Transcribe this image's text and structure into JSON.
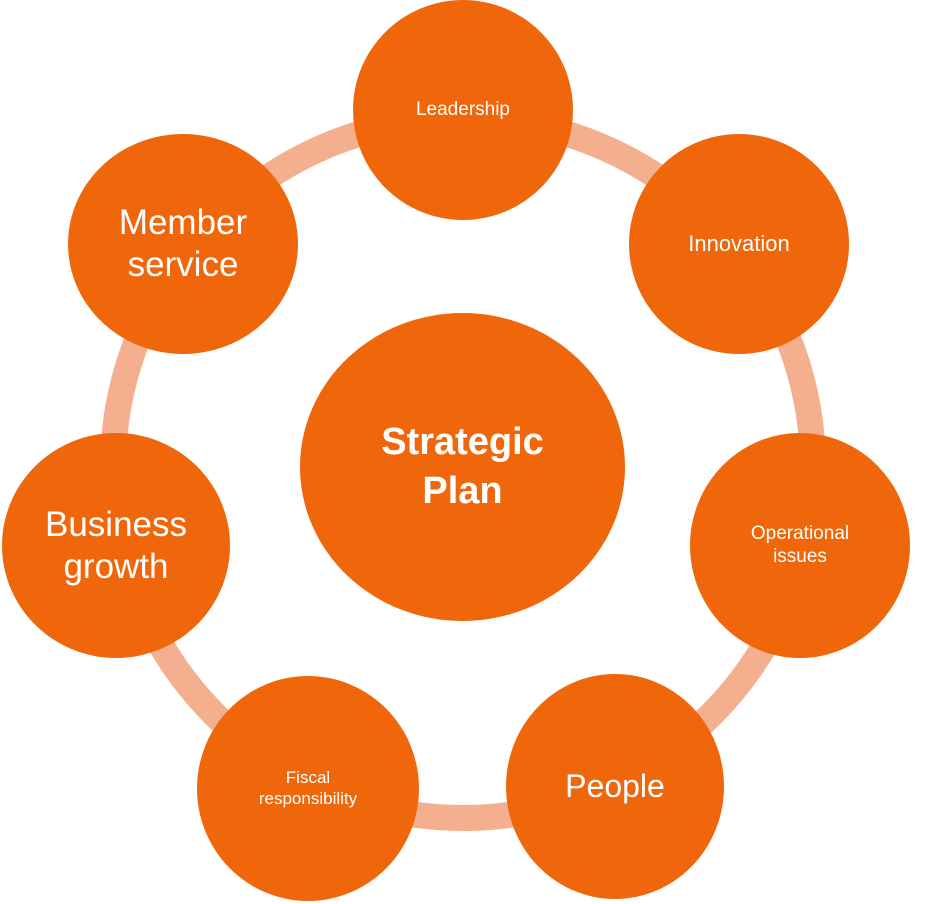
{
  "colors": {
    "node_fill": "#F0660A",
    "connector": "#F4B08E",
    "text": "#FFFFFF"
  },
  "center": {
    "label": "Strategic\nPlan"
  },
  "nodes": [
    {
      "id": "leadership",
      "label": "Leadership"
    },
    {
      "id": "innovation",
      "label": "Innovation"
    },
    {
      "id": "operational-issues",
      "label": "Operational\nissues"
    },
    {
      "id": "people",
      "label": "People"
    },
    {
      "id": "fiscal-responsibility",
      "label": "Fiscal\nresponsibility"
    },
    {
      "id": "business-growth",
      "label": "Business\ngrowth"
    },
    {
      "id": "member-service",
      "label": "Member\nservice"
    }
  ]
}
